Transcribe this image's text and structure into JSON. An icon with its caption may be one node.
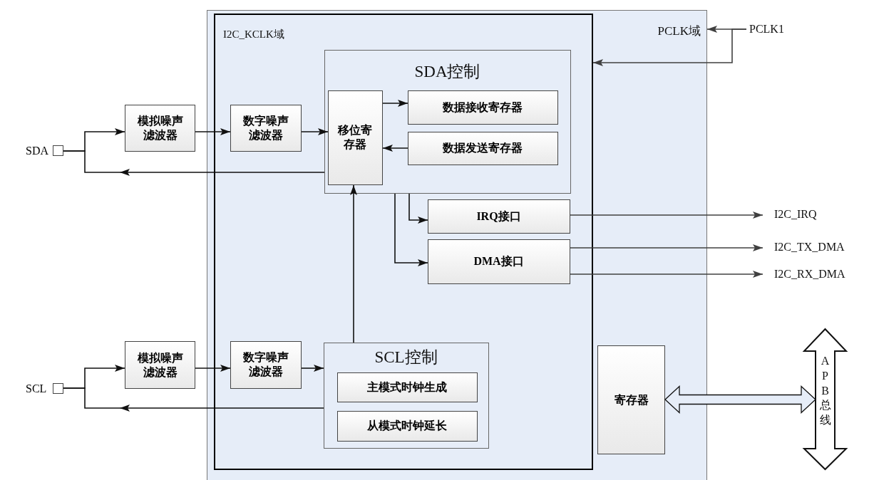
{
  "diagram": {
    "nodes": [
      {
        "text": [
          "PCLK域"
        ]
      },
      {
        "text": [
          "I2C_KCLK域"
        ],
        "in": 0
      },
      {
        "text": [
          "SDA控制"
        ],
        "in": 1
      },
      {
        "text": [
          "移位寄存器"
        ],
        "in": 2
      },
      {
        "text": [
          "数据接收寄存器"
        ],
        "in": 2
      },
      {
        "text": [
          "数据发送寄存器"
        ],
        "in": 2
      },
      {
        "text": [
          "数字噪声滤波器"
        ],
        "in": 1
      },
      {
        "text": [
          "IRQ接口"
        ],
        "in": 1
      },
      {
        "text": [
          "DMA接口"
        ],
        "in": 1
      },
      {
        "text": [
          "数字噪声滤波器"
        ],
        "in": 1
      },
      {
        "text": [
          "SCL控制"
        ],
        "in": 1
      },
      {
        "text": [
          "主模式时钟生成"
        ],
        "in": 10
      },
      {
        "text": [
          "从模式时钟延长"
        ],
        "in": 10
      },
      {
        "text": [
          "寄存器"
        ],
        "in": 0
      },
      {
        "text": [
          "模拟噪声滤波器"
        ]
      },
      {
        "text": [
          "模拟噪声滤波器"
        ]
      },
      {
        "text": [],
        "shape": "box",
        "beside": [
          "SDA"
        ]
      },
      {
        "text": [],
        "shape": "box",
        "beside": [
          "SCL"
        ]
      },
      {
        "text": [
          "PCLK1"
        ]
      },
      {
        "text": [
          "I2C_IRQ"
        ]
      },
      {
        "text": [
          "I2C_TX_DMA"
        ]
      },
      {
        "text": [
          "I2C_RX_DMA"
        ]
      },
      {
        "text": [
          "APB总线"
        ]
      }
    ],
    "edges": [
      {
        "from": 16,
        "to": 14,
        "arrow": "to"
      },
      {
        "from": 14,
        "to": 6,
        "arrow": "to"
      },
      {
        "from": 6,
        "to": 3,
        "arrow": "to"
      },
      {
        "from": 3,
        "to": 4,
        "arrow": "to"
      },
      {
        "from": 5,
        "to": 3,
        "arrow": "to"
      },
      {
        "from": 2,
        "to": 16,
        "arrow": "to"
      },
      {
        "from": 10,
        "to": 17,
        "arrow": "to"
      },
      {
        "from": 17,
        "to": 15,
        "arrow": "to"
      },
      {
        "from": 15,
        "to": 9,
        "arrow": "to"
      },
      {
        "from": 9,
        "to": 10,
        "arrow": "to"
      },
      {
        "from": 10,
        "to": 3,
        "arrow": "to"
      },
      {
        "from": 2,
        "to": 7,
        "arrow": "to"
      },
      {
        "from": 2,
        "to": 8,
        "arrow": "to"
      },
      {
        "from": 7,
        "to": 19,
        "arrow": "to",
        "color": "#404040"
      },
      {
        "from": 8,
        "to": 20,
        "arrow": "to",
        "color": "#404040"
      },
      {
        "from": 8,
        "to": 21,
        "arrow": "to",
        "color": "#404040"
      },
      {
        "from": 18,
        "to": 0,
        "arrow": "to",
        "color": "#404040"
      },
      {
        "from": 18,
        "to": 1,
        "arrow": "to",
        "color": "#404040"
      },
      {
        "from": 13,
        "to": 22,
        "arrow": "both",
        "style": "thick"
      }
    ]
  }
}
